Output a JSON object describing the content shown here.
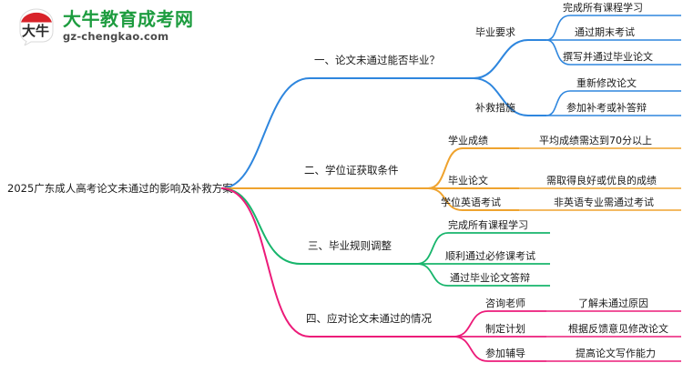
{
  "logo": {
    "mark_name": "daniu-speech-bubble-logo",
    "title": "大牛教育成考网",
    "domain": "gz-chengkao.com",
    "title_color": "#1d9c3f",
    "mark_color": "#d8232a"
  },
  "mindmap": {
    "root": "2025广东成人高考论文未通过的影响及补救方案",
    "branches": [
      {
        "label": "一、论文未通过能否毕业？",
        "color": "#2e86de",
        "children": [
          {
            "label": "毕业要求",
            "leaves": [
              "完成所有课程学习",
              "通过期末考试",
              "撰写并通过毕业论文"
            ]
          },
          {
            "label": "补救措施",
            "leaves": [
              "重新修改论文",
              "参加补考或补答辩"
            ]
          }
        ]
      },
      {
        "label": "二、学位证获取条件",
        "color": "#efa32e",
        "children": [
          {
            "label": "学业成绩",
            "leaves": [
              "平均成绩需达到70分以上"
            ]
          },
          {
            "label": "毕业论文",
            "leaves": [
              "需取得良好或优良的成绩"
            ]
          },
          {
            "label": "学位英语考试",
            "leaves": [
              "非英语专业需通过考试"
            ]
          }
        ]
      },
      {
        "label": "三、毕业规则调整",
        "color": "#18b56c",
        "children": [
          {
            "label": "完成所有课程学习",
            "leaves": []
          },
          {
            "label": "顺利通过必修课考试",
            "leaves": []
          },
          {
            "label": "通过毕业论文答辩",
            "leaves": []
          }
        ]
      },
      {
        "label": "四、应对论文未通过的情况",
        "color": "#ec1b79",
        "children": [
          {
            "label": "咨询老师",
            "leaves": [
              "了解未通过原因"
            ]
          },
          {
            "label": "制定计划",
            "leaves": [
              "根据反馈意见修改论文"
            ]
          },
          {
            "label": "参加辅导",
            "leaves": [
              "提高论文写作能力"
            ]
          }
        ]
      }
    ]
  }
}
